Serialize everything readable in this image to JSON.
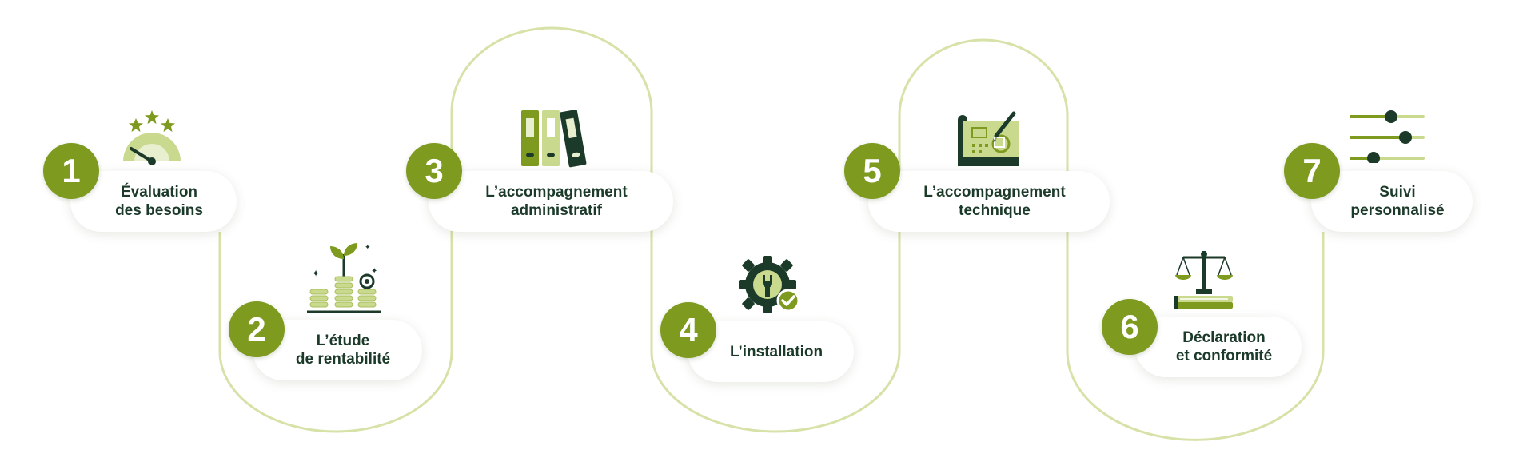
{
  "steps": [
    {
      "number": "1",
      "label": "Évaluation\ndes besoins",
      "icon": "gauge-rating-icon"
    },
    {
      "number": "2",
      "label": "L’étude\nde rentabilité",
      "icon": "coins-plant-icon"
    },
    {
      "number": "3",
      "label": "L’accompagnement\nadministratif",
      "icon": "binders-icon"
    },
    {
      "number": "4",
      "label": "L’installation",
      "icon": "gear-wrench-icon"
    },
    {
      "number": "5",
      "label": "L’accompagnement\ntechnique",
      "icon": "blueprint-icon"
    },
    {
      "number": "6",
      "label": "Déclaration\net conformité",
      "icon": "scales-book-icon"
    },
    {
      "number": "7",
      "label": "Suivi\npersonnalisé",
      "icon": "sliders-icon"
    }
  ],
  "colors": {
    "accent": "#7e9a1f",
    "light_green": "#c9d98e",
    "dark_green": "#1c3a2a",
    "path_line": "#d6e2a8"
  }
}
